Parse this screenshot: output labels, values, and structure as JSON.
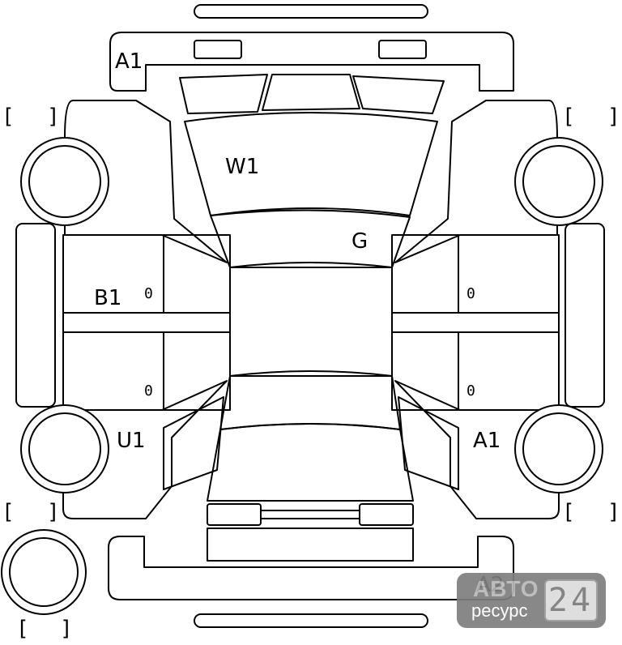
{
  "labels": {
    "front_bumper": "A1",
    "windshield": "W1",
    "roof": "G",
    "left_side": "B1",
    "left_rear": "U1",
    "right_rear": "A1",
    "rear_bumper": "A2"
  },
  "zeros": [
    "0",
    "0",
    "0",
    "0"
  ],
  "brackets": {
    "open": "[",
    "close": "]"
  },
  "watermark": {
    "top": "АВТО",
    "bottom": "ресурс",
    "number": "24"
  }
}
